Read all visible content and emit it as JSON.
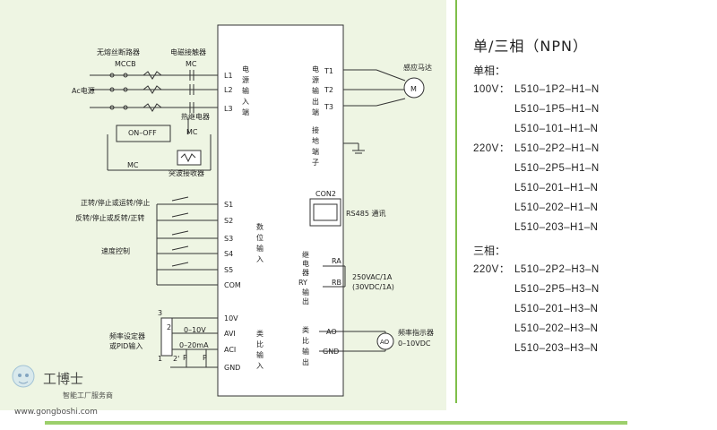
{
  "diagram": {
    "mccb_label": "无熔丝断路器",
    "mccb_code": "MCCB",
    "contactor_label": "电磁接触器",
    "mc": "MC",
    "ac_power": "Ac电源",
    "l1": "L1",
    "l2": "L2",
    "l3": "L3",
    "power_input": [
      "电",
      "源",
      "输",
      "入",
      "端"
    ],
    "t1": "T1",
    "t2": "T2",
    "t3": "T3",
    "power_output": [
      "电",
      "源",
      "输",
      "出",
      "端"
    ],
    "motor": "感应马达",
    "motor_symbol": "M",
    "ground": [
      "接",
      "地",
      "端",
      "子"
    ],
    "thermal_relay": "热继电器",
    "on_off": "ON–OFF",
    "surge_absorber": "突波接收器",
    "con2": "CON2",
    "rs485": "RS485 通讯",
    "s1": "S1",
    "s2": "S2",
    "s3": "S3",
    "s4": "S4",
    "s5": "S5",
    "com": "COM",
    "fwd": "正转/停止或运转/停止",
    "rev": "反转/停止或反转/正转",
    "speed": "速度控制",
    "digital_input": [
      "数",
      "位",
      "输",
      "入"
    ],
    "relay_output": [
      "继",
      "电",
      "器",
      "RY",
      "输",
      "出"
    ],
    "ra": "RA",
    "rb": "RB",
    "relay_rating_1": "250VAC/1A",
    "relay_rating_2": "(30VDC/1A)",
    "v10": "10V",
    "avi": "AVI",
    "aci": "ACI",
    "gnd": "GND",
    "v0_10": "0–10V",
    "ma0_20": "0–20mA",
    "freq_setter": "频率设定器",
    "pid_input": "或PID输入",
    "analog_input": [
      "类",
      "比",
      "输",
      "入"
    ],
    "analog_output": [
      "类",
      "比",
      "输",
      "出"
    ],
    "ao": "AO",
    "gnd2": "GND",
    "freq_meter": "频率指示器",
    "meter_range": "0–10VDC",
    "meter_symbol": "AO",
    "pot_3": "3",
    "pot_2": "2",
    "pot_1": "1",
    "pot_2p": "2'",
    "p": "P"
  },
  "models": {
    "title": "单/三相（NPN）",
    "single_phase": "单相：",
    "three_phase": "三相：",
    "single_rows": [
      {
        "voltage": "100V：",
        "model": "L510–1P2–H1–N"
      },
      {
        "voltage": "",
        "model": "L510–1P5–H1–N"
      },
      {
        "voltage": "",
        "model": "L510–101–H1–N"
      },
      {
        "voltage": "220V：",
        "model": "L510–2P2–H1–N"
      },
      {
        "voltage": "",
        "model": "L510–2P5–H1–N"
      },
      {
        "voltage": "",
        "model": "L510–201–H1–N"
      },
      {
        "voltage": "",
        "model": "L510–202–H1–N"
      },
      {
        "voltage": "",
        "model": "L510–203–H1–N"
      }
    ],
    "three_rows": [
      {
        "voltage": "220V：",
        "model": "L510–2P2–H3–N"
      },
      {
        "voltage": "",
        "model": "L510–2P5–H3–N"
      },
      {
        "voltage": "",
        "model": "L510–201–H3–N"
      },
      {
        "voltage": "",
        "model": "L510–202–H3–N"
      },
      {
        "voltage": "",
        "model": "L510–203–H3–N"
      }
    ]
  },
  "watermark": {
    "brand": "工博士",
    "slogan": "智能工厂服务商",
    "url": "www.gongboshi.com"
  }
}
